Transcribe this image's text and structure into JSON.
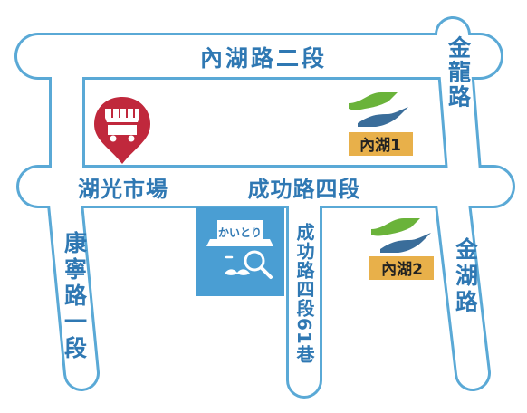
{
  "colors": {
    "road_fill": "#ffffff",
    "road_outline": "#5aa9d6",
    "label_blue": "#2f78b3",
    "shop_bg": "#4a9ed3",
    "market_pin": "#c0283c",
    "station_badge": "#e8b04a",
    "mrt_green": "#6ab33a",
    "mrt_blue": "#3a6d9a"
  },
  "roads": {
    "neihu_rd_sec2": "內湖路二段",
    "chenggong_rd_sec4": "成功路四段",
    "jinlong_rd": "金龍路",
    "jinhu_rd": "金湖路",
    "kangning_rd_sec1": "康寧路一段",
    "lane61": "成功路四段61巷"
  },
  "landmarks": {
    "market": "湖光市場",
    "shop_sign": "かいとり"
  },
  "stations": {
    "neihu1": "內湖1",
    "neihu2": "內湖2"
  },
  "icons": {
    "market": "market-stall-pin-icon",
    "shop": "detective-magnifier-icon",
    "mrt": "mrt-logo-icon"
  }
}
